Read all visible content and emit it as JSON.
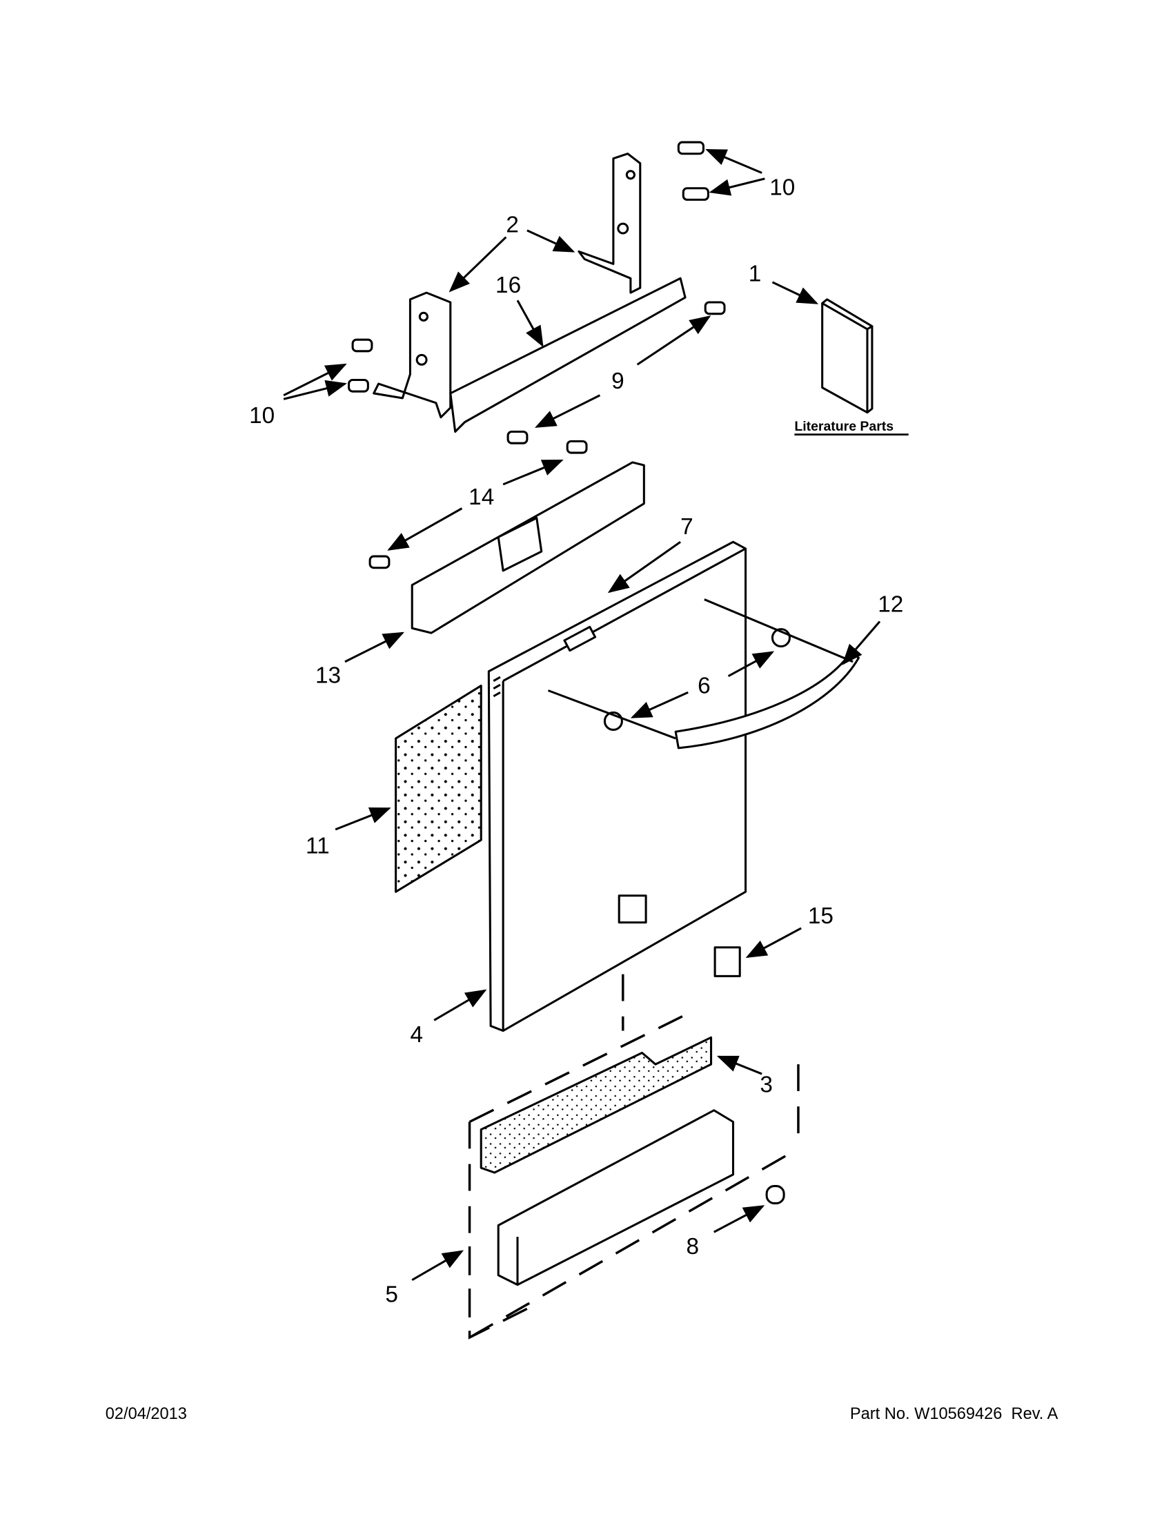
{
  "diagram": {
    "callouts": [
      "1",
      "2",
      "3",
      "4",
      "5",
      "6",
      "7",
      "8",
      "9",
      "10",
      "10",
      "11",
      "12",
      "13",
      "14",
      "15",
      "16"
    ],
    "literature_label": "Literature Parts",
    "colors": {
      "ink": "#000000",
      "background": "#ffffff"
    }
  },
  "footer": {
    "date": "02/04/2013",
    "part_number": "Part No. W10569426  Rev. A"
  }
}
